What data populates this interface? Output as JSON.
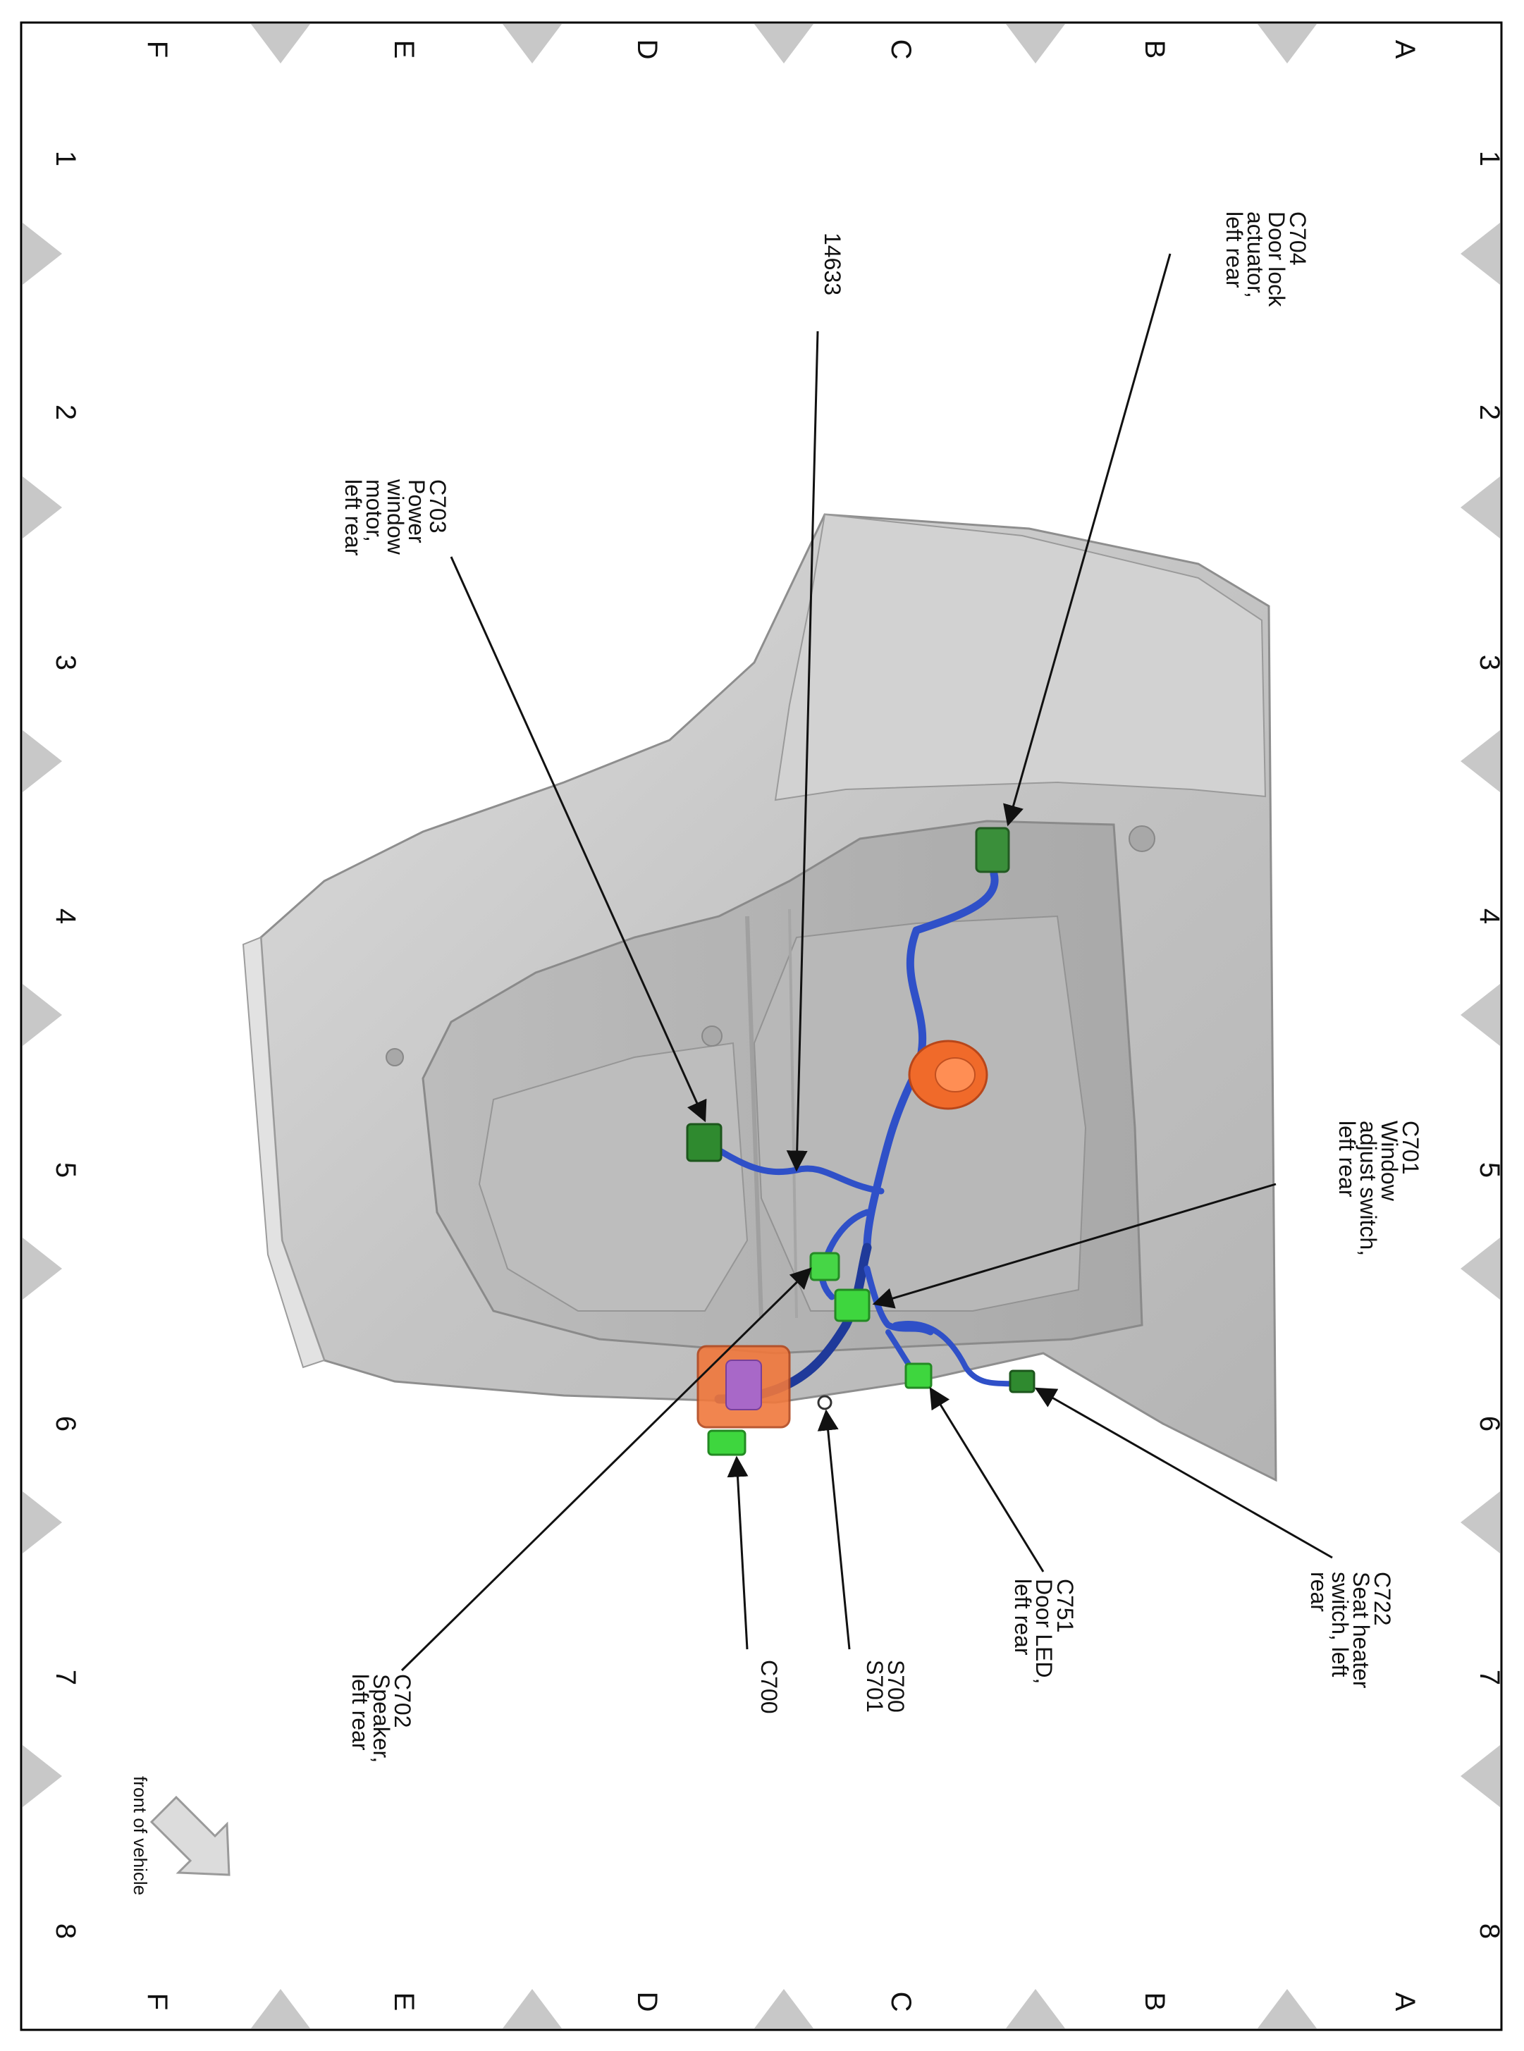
{
  "grid": {
    "rows": [
      "A",
      "B",
      "C",
      "D",
      "E",
      "F"
    ],
    "columns": [
      "1",
      "2",
      "3",
      "4",
      "5",
      "6",
      "7",
      "8"
    ]
  },
  "callouts": [
    {
      "id": "c704",
      "lines": [
        "C704",
        "Door lock",
        "actuator,",
        "left rear"
      ]
    },
    {
      "id": "n14633",
      "lines": [
        "14633"
      ]
    },
    {
      "id": "c703",
      "lines": [
        "C703",
        "Power",
        "window",
        "motor,",
        "left rear"
      ]
    },
    {
      "id": "c701",
      "lines": [
        "C701",
        "Window",
        "adjust switch,",
        "left rear"
      ]
    },
    {
      "id": "c722",
      "lines": [
        "C722",
        "Seat heater",
        "switch, left",
        "rear"
      ]
    },
    {
      "id": "c751",
      "lines": [
        "C751",
        "Door LED,",
        "left rear"
      ]
    },
    {
      "id": "s700",
      "lines": [
        "S700",
        "S701"
      ]
    },
    {
      "id": "c700",
      "lines": [
        "C700"
      ]
    },
    {
      "id": "c702",
      "lines": [
        "C702",
        "Speaker,",
        "left rear"
      ]
    }
  ],
  "orientation": {
    "label": "front of vehicle"
  },
  "colors": {
    "border": "#000000",
    "grid_marker": "#c8c8c8",
    "door_panel": "#c9c9c9",
    "harness": "#2f50c8",
    "connector": "#3ed63e",
    "connector_dark": "#3a8f3a",
    "grommet": "#f06a2a",
    "speaker_bracket": "#f0783c"
  },
  "icons": [
    "arrow-icon"
  ]
}
